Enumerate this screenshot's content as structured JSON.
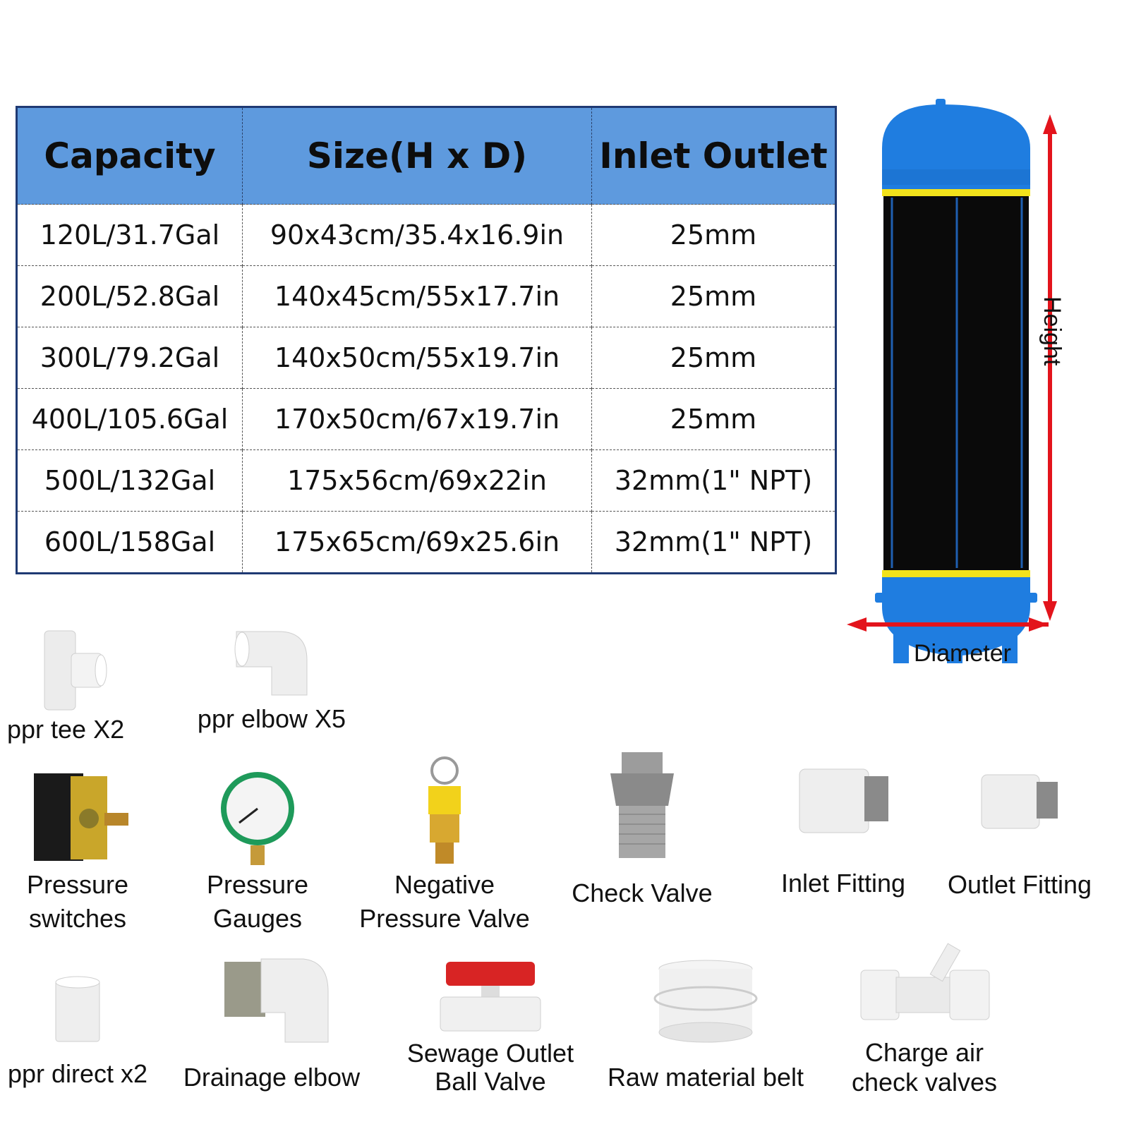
{
  "table": {
    "headers": [
      "Capacity",
      "Size(H x D)",
      "Inlet Outlet"
    ],
    "rows": [
      [
        "120L/31.7Gal",
        "90x43cm/35.4x16.9in",
        "25mm"
      ],
      [
        "200L/52.8Gal",
        "140x45cm/55x17.7in",
        "25mm"
      ],
      [
        "300L/79.2Gal",
        "140x50cm/55x19.7in",
        "25mm"
      ],
      [
        "400L/105.6Gal",
        "170x50cm/67x19.7in",
        "25mm"
      ],
      [
        "500L/132Gal",
        "175x56cm/69x22in",
        "32mm(1\" NPT)"
      ],
      [
        "600L/158Gal",
        "175x65cm/69x25.6in",
        "32mm(1\" NPT)"
      ]
    ]
  },
  "tank": {
    "height_label": "Height",
    "diameter_label": "Diameter"
  },
  "accessories": [
    {
      "label": "ppr tee X2",
      "icon": "ppr-tee-icon"
    },
    {
      "label": "ppr elbow X5",
      "icon": "ppr-elbow-icon"
    },
    {
      "label": "Pressure\nswitches",
      "icon": "pressure-switch-icon"
    },
    {
      "label": "Pressure\nGauges",
      "icon": "pressure-gauge-icon"
    },
    {
      "label": "Negative\nPressure Valve",
      "icon": "negative-pressure-valve-icon"
    },
    {
      "label": "Check Valve",
      "icon": "check-valve-icon"
    },
    {
      "label": "Inlet Fitting",
      "icon": "inlet-fitting-icon"
    },
    {
      "label": "Outlet Fitting",
      "icon": "outlet-fitting-icon"
    },
    {
      "label": "ppr direct x2",
      "icon": "ppr-direct-icon"
    },
    {
      "label": "Drainage elbow",
      "icon": "drainage-elbow-icon"
    },
    {
      "label": "Sewage Outlet\nBall Valve",
      "icon": "ball-valve-icon"
    },
    {
      "label": "Raw material belt",
      "icon": "tape-roll-icon"
    },
    {
      "label": "Charge air\ncheck valves",
      "icon": "air-check-valve-icon"
    }
  ],
  "colors": {
    "header_blue": "#5e9ade",
    "table_border": "#1f3a73",
    "tank_blue": "#1f7de0",
    "tank_black": "#0a0a0a",
    "band_yellow": "#f2e21b",
    "arrow_red": "#e3141c"
  }
}
